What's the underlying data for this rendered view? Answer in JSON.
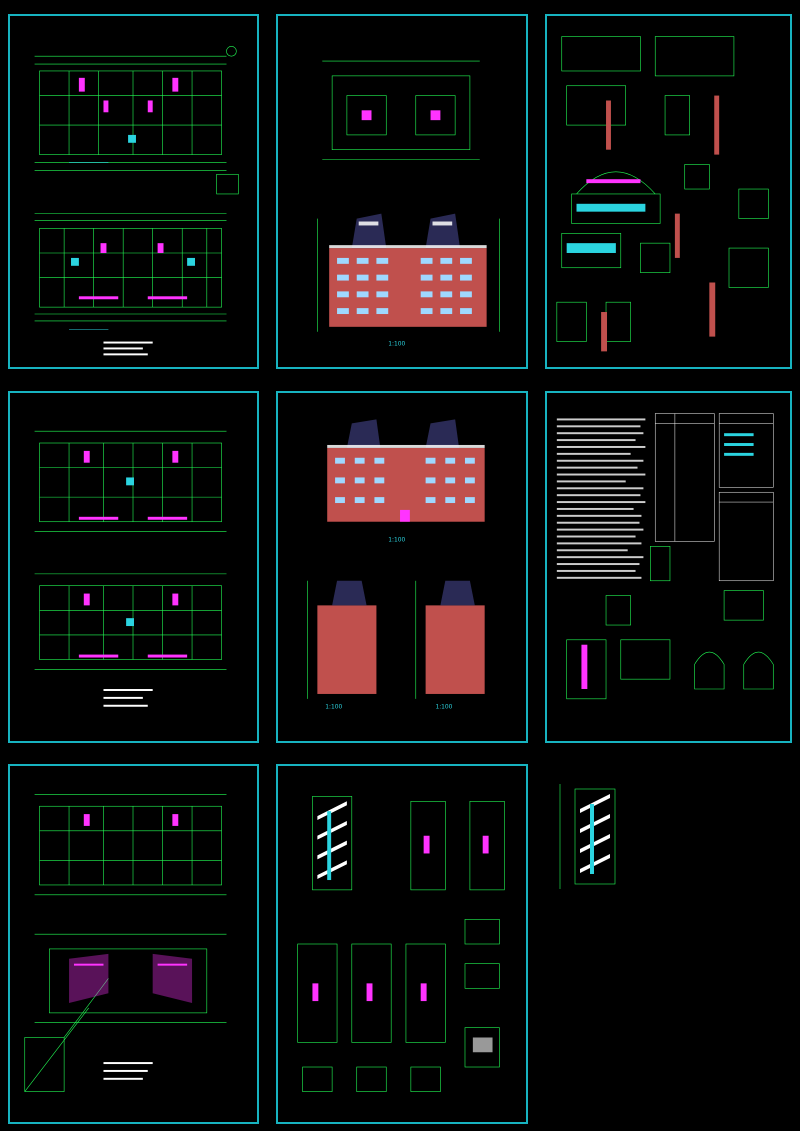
{
  "colors": {
    "frame": "#17b3c0",
    "line_green": "#22ff55",
    "line_cyan": "#2bd4e0",
    "magenta": "#ff33ff",
    "brick": "#c0504d"
  },
  "sheet1": {
    "plan_top_title": "",
    "plan_bottom_title": ""
  },
  "sheet2": {
    "elevation_scale": "1:100",
    "elevation_label": ""
  },
  "sheet3": {},
  "sheet4": {},
  "sheet5": {
    "elev_main_scale": "1:100",
    "side_left_scale": "1:100",
    "side_right_scale": "1:100"
  },
  "sheet6": {
    "title": "",
    "table_title": "",
    "legend_title": "",
    "door_table_title": ""
  },
  "sheet7": {},
  "sheet8": {},
  "sheet9": {},
  "watermark": {
    "text": ""
  }
}
